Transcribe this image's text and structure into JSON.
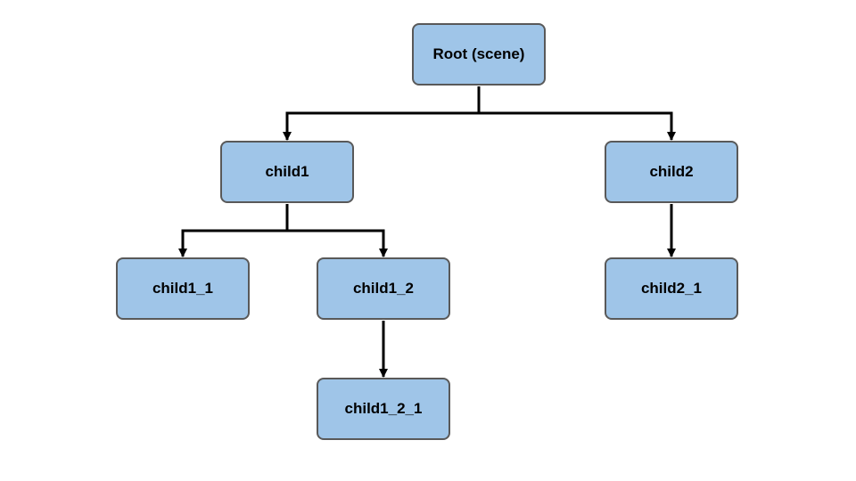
{
  "diagram": {
    "type": "tree",
    "nodes": {
      "root": "Root (scene)",
      "child1": "child1",
      "child2": "child2",
      "child1_1": "child1_1",
      "child1_2": "child1_2",
      "child2_1": "child2_1",
      "child1_2_1": "child1_2_1"
    },
    "edges": [
      [
        "root",
        "child1"
      ],
      [
        "root",
        "child2"
      ],
      [
        "child1",
        "child1_1"
      ],
      [
        "child1",
        "child1_2"
      ],
      [
        "child2",
        "child2_1"
      ],
      [
        "child1_2",
        "child1_2_1"
      ]
    ]
  },
  "colors": {
    "node_fill": "#9fc5e8",
    "node_border": "#595959",
    "connector": "#000000"
  }
}
